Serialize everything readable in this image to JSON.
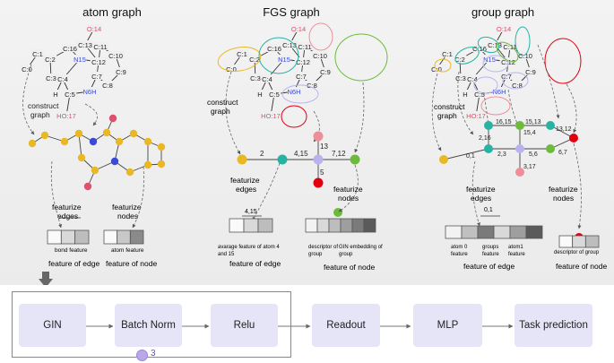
{
  "panels": {
    "atom": {
      "title": "atom graph",
      "step1": [
        "construct",
        "graph"
      ],
      "step2": [
        "featurize",
        "edges"
      ],
      "step3": [
        "featurize",
        "nodes"
      ],
      "edge_feature_box": "bond feature",
      "node_feature_box": "atom feature",
      "edge_caption": "feature of edge",
      "node_caption": "feature of node"
    },
    "fgs": {
      "title": "FGS graph",
      "step1": [
        "construct",
        "graph"
      ],
      "step2": [
        "featurize",
        "edges"
      ],
      "step3": [
        "featurize",
        "nodes"
      ],
      "edge_label": "4,15",
      "edge_desc": [
        "avarage feature  of atom 4",
        "and 15"
      ],
      "node_desc_left": [
        "descriptor  of",
        "group"
      ],
      "node_desc_right": [
        "GIN embedding  of",
        "group"
      ],
      "edge_caption": "feature of edge",
      "node_caption": "feature of node",
      "graph_labels": [
        "2",
        "4,15",
        "7,12",
        "13",
        "5"
      ]
    },
    "group": {
      "title": "group graph",
      "step1": [
        "construct",
        "graph"
      ],
      "step2": [
        "featurize",
        "edges"
      ],
      "step3": [
        "featurize",
        "nodes"
      ],
      "edge_label": "0,1",
      "edge_box_labels": [
        [
          "atom 0",
          "feature"
        ],
        [
          "groups",
          "feature"
        ],
        [
          "atom1",
          "feature"
        ]
      ],
      "node_desc": "descriptor  of group",
      "edge_caption": "feature of edge",
      "node_caption": "feature of node",
      "graph_labels": [
        "16,15",
        "15,13",
        "13,12",
        "2,16",
        "15,4",
        "0,1",
        "2,3",
        "5,6",
        "3,17",
        "6,7"
      ]
    }
  },
  "molecule_atoms": [
    "C:0",
    "C:1",
    "C:2",
    "C:3",
    "C:4",
    "H",
    "C:5",
    "N6H",
    "C:7",
    "C:8",
    "C:9",
    "C:10",
    "C:11",
    "C:12",
    "C:13",
    "O:14",
    "N15",
    "C:16",
    "HO:17"
  ],
  "pipeline": {
    "steps": [
      {
        "id": "gin",
        "label": "GIN"
      },
      {
        "id": "batch-norm",
        "label": "Batch Norm"
      },
      {
        "id": "relu",
        "label": "Relu"
      },
      {
        "id": "readout",
        "label": "Readout"
      },
      {
        "id": "mlp",
        "label": "MLP"
      },
      {
        "id": "task-prediction",
        "label": "Task prediction"
      }
    ],
    "repeat": "3"
  },
  "colors": {
    "carbon": "#e9b925",
    "nitrogen": "#3a49d8",
    "oxygen": "#e0506e",
    "hetero_red": "#e00010",
    "teal": "#27b3a4",
    "green": "#6dbb3b",
    "lavender": "#b8b3ef",
    "pink": "#ee8e99",
    "box_fill": "#e6e4f7"
  }
}
